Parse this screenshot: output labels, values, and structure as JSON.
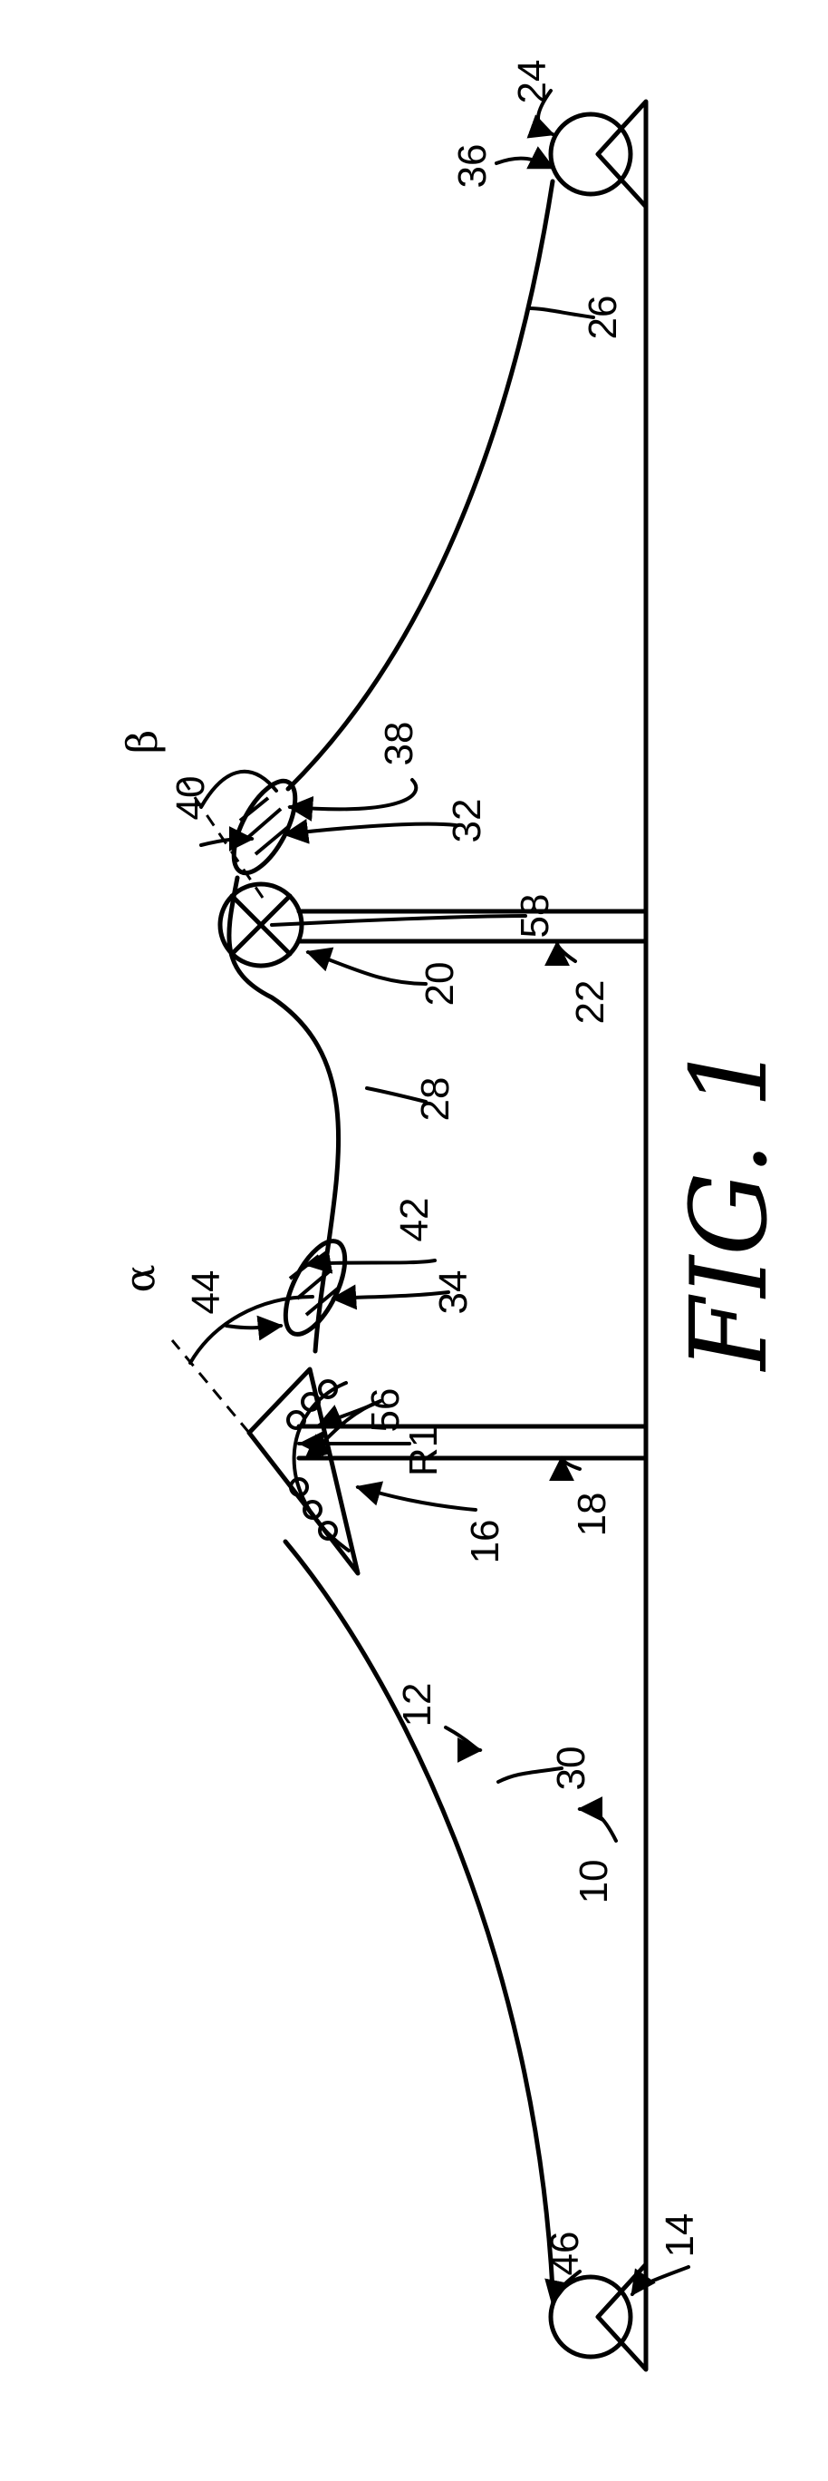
{
  "figure": {
    "caption": "FIG. 1",
    "labels": {
      "n10": "10",
      "n12": "12",
      "n14": "14",
      "n46": "46",
      "n30": "30",
      "n16": "16",
      "n18": "18",
      "n56": "56",
      "r1": "R1",
      "alpha": "α",
      "n44": "44",
      "n34": "34",
      "n42": "42",
      "n28": "28",
      "n20": "20",
      "n58": "58",
      "n22": "22",
      "beta": "β",
      "n40": "40",
      "n32": "32",
      "n38": "38",
      "n26": "26",
      "n36": "36",
      "n24": "24"
    }
  }
}
